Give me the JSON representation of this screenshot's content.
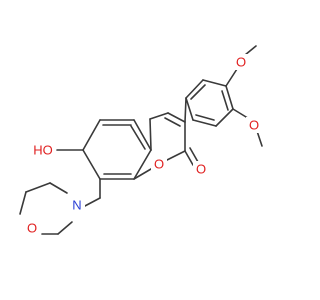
{
  "colors": {
    "background": "#ffffff",
    "bond": "#3a3a3a",
    "oxygen": "#e02020",
    "nitrogen": "#2b3fd6"
  },
  "atom_labels": {
    "methoxy_o_top": "O",
    "methoxy_o_mid": "O",
    "hydroxy": "HO",
    "ring_oxygen": "O",
    "carbonyl_oxygen": "O",
    "morpholine_nitrogen": "N",
    "morpholine_oxygen": "O"
  }
}
